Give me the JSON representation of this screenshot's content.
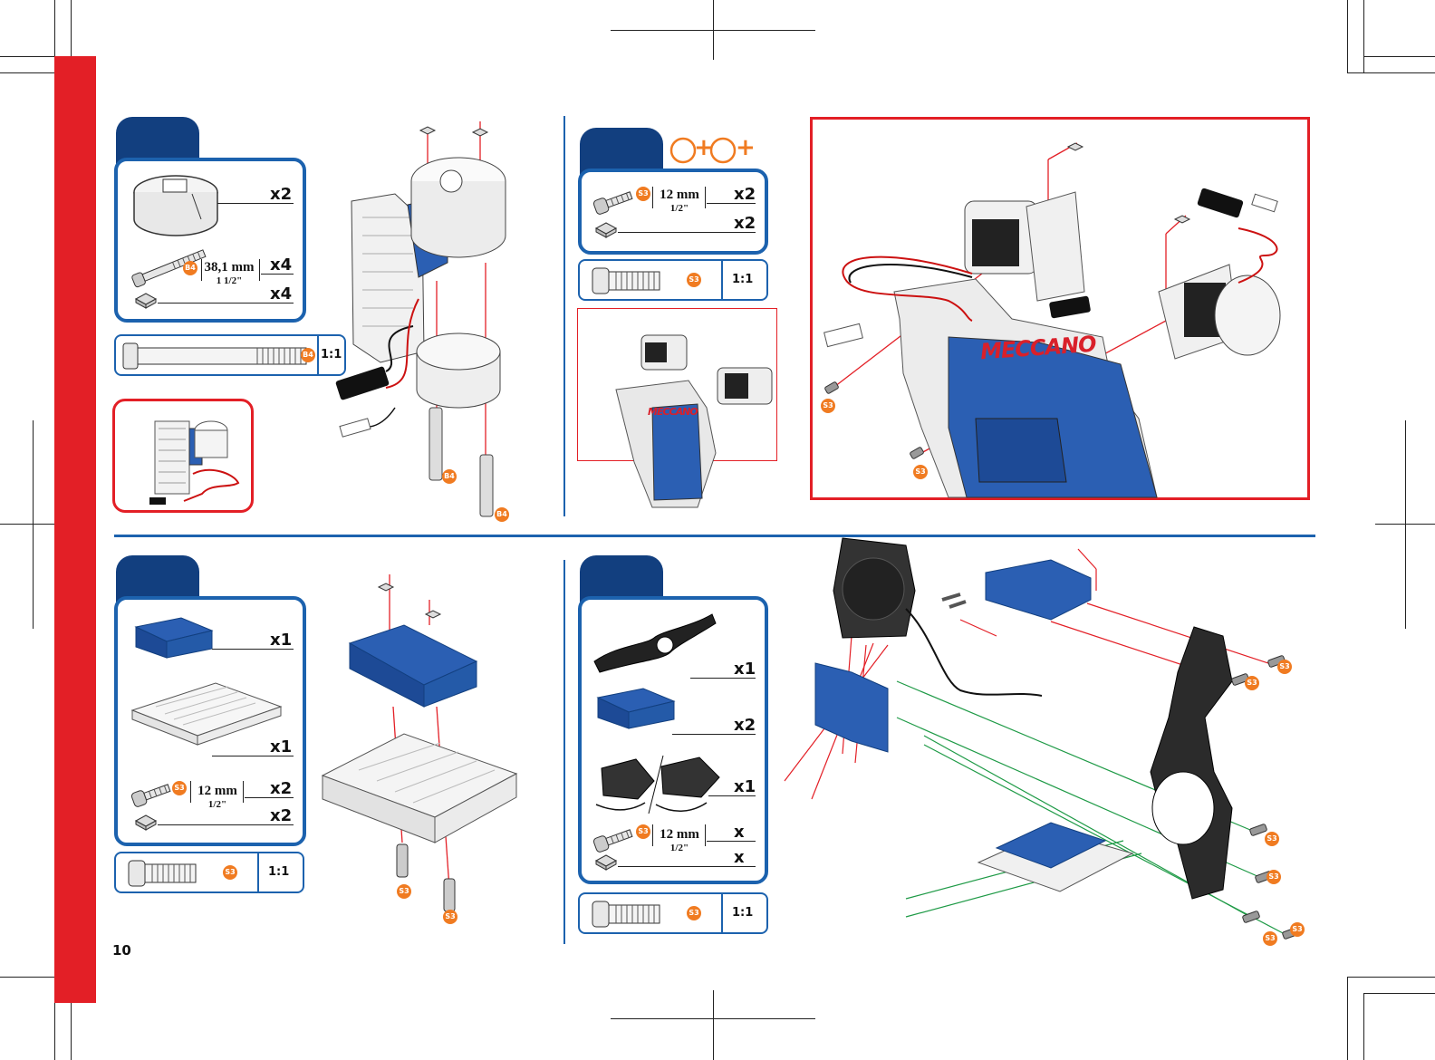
{
  "page": {
    "number": "10"
  },
  "colors": {
    "accent_blue": "#1c62ae",
    "dark_blue": "#123f7f",
    "brand_red": "#e31f26",
    "badge_orange": "#f07b21",
    "wire_green": "#1e9a46"
  },
  "step1": {
    "parts": {
      "clip_qty": "x2",
      "bolt_qty": "x4",
      "bolt_len_mm": "38,1 mm",
      "bolt_len_in": "1 1/2\"",
      "nut_qty": "x4",
      "bolt_code": "B4"
    },
    "scale": {
      "label": "1:1",
      "code": "B4"
    },
    "callouts": [
      "B4",
      "B4"
    ]
  },
  "step2": {
    "plus_symbol": "+",
    "parts": {
      "bolt_code": "S3",
      "bolt_len_mm": "12 mm",
      "bolt_len_in": "1/2\"",
      "bolt_qty": "x2",
      "nut_qty": "x2"
    },
    "scale": {
      "label": "1:1",
      "code": "S3"
    },
    "logo": "MECCANO",
    "callouts": [
      "S3",
      "S3"
    ]
  },
  "step3": {
    "parts": {
      "bracket_qty": "x1",
      "base_qty": "x1",
      "bolt_code": "S3",
      "bolt_len_mm": "12 mm",
      "bolt_len_in": "1/2\"",
      "bolt_qty": "x2",
      "nut_qty": "x2"
    },
    "scale": {
      "label": "1:1",
      "code": "S3"
    },
    "callouts": [
      "S3",
      "S3"
    ]
  },
  "step4": {
    "parts": {
      "plate_qty": "x1",
      "bracket_qty": "x2",
      "speaker_qty": "x1",
      "bolt_code": "S3",
      "bolt_len_mm": "12 mm",
      "bolt_len_in": "1/2\"",
      "bolt_qty": "x",
      "nut_qty": "x"
    },
    "scale": {
      "label": "1:1",
      "code": "S3"
    },
    "callouts": [
      "S3",
      "S3",
      "S3",
      "S3",
      "S3",
      "S3"
    ]
  }
}
